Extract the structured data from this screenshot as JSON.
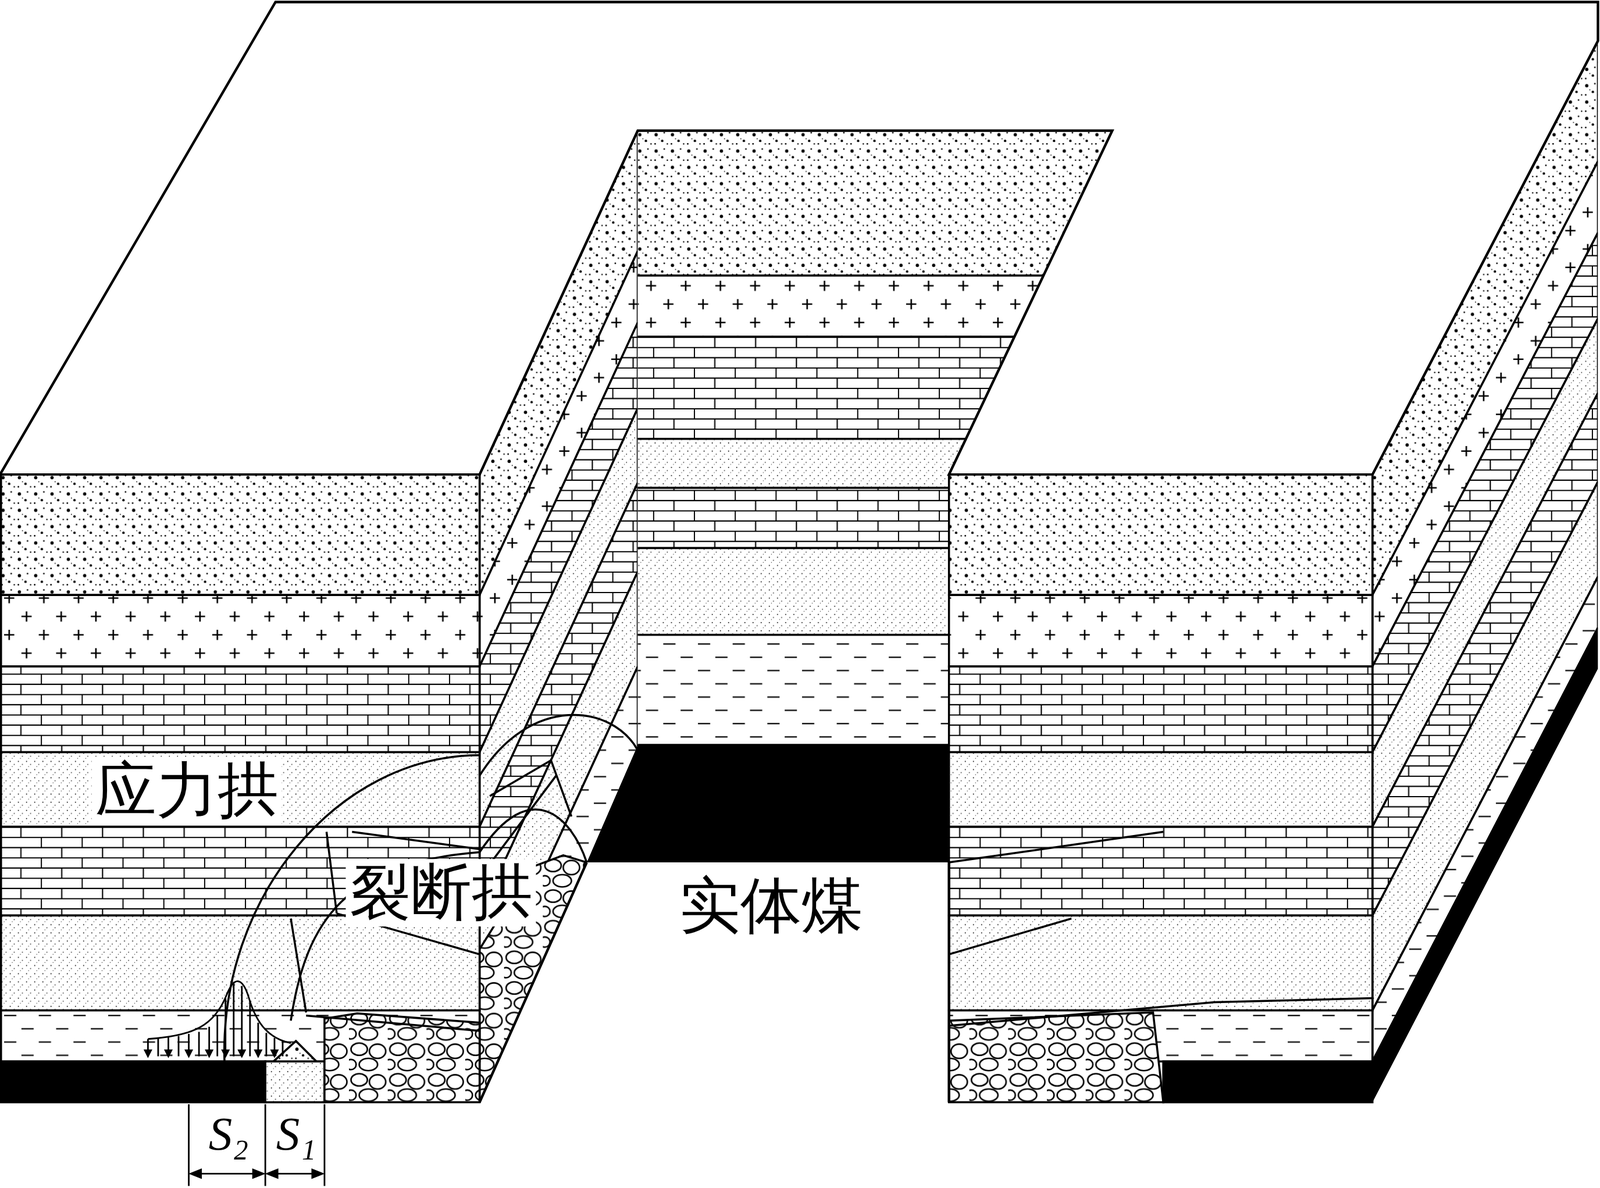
{
  "diagram": {
    "labels": [
      "应力拱",
      "裂断拱",
      "实体煤",
      "S₂",
      "S₁"
    ]
  }
}
